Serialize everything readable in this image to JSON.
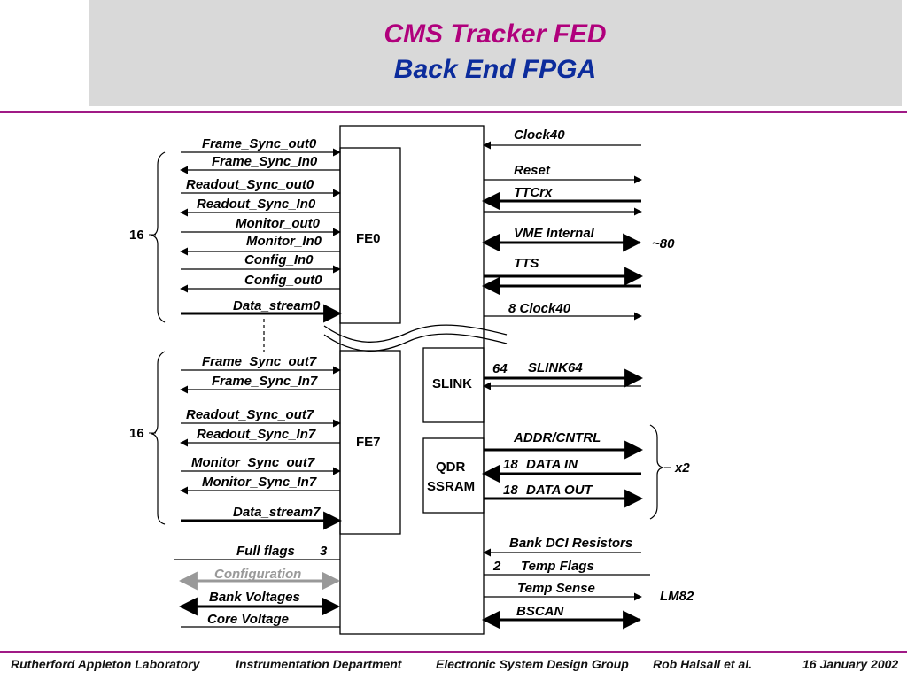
{
  "title": {
    "line1": "CMS Tracker FED",
    "line2": "Back End FPGA"
  },
  "diagram": {
    "blocks": {
      "fe0": "FE0",
      "fe7": "FE7",
      "slink": "SLINK",
      "qdr_line1": "QDR",
      "qdr_line2": "SSRAM"
    },
    "fe0_signals": [
      "Frame_Sync_out0",
      "Frame_Sync_In0",
      "Readout_Sync_out0",
      "Readout_Sync_In0",
      "Monitor_out0",
      "Monitor_In0",
      "Config_In0",
      "Config_out0",
      "Data_stream0"
    ],
    "fe7_signals": [
      "Frame_Sync_out7",
      "Frame_Sync_In7",
      "Readout_Sync_out7",
      "Readout_Sync_In7",
      "Monitor_Sync_out7",
      "Monitor_Sync_In7",
      "Data_stream7"
    ],
    "group_count_top": "16",
    "group_count_bottom": "16",
    "left_bottom": {
      "full_flags": "Full flags",
      "full_flags_width": "3",
      "configuration": "Configuration",
      "bank_voltages": "Bank Voltages",
      "core_voltage": "Core Voltage"
    },
    "right": {
      "clock40": "Clock40",
      "reset": "Reset",
      "ttcrx": "TTCrx",
      "vme_internal": "VME Internal",
      "approx80": "~80",
      "tts": "TTS",
      "clock40_8": "8 Clock40",
      "slink_width": "64",
      "slink64": "SLINK64",
      "addr_cntrl": "ADDR/CNTRL",
      "data_in_width": "18",
      "data_in": "DATA IN",
      "data_out_width": "18",
      "data_out": "DATA OUT",
      "x2": "x2",
      "bank_dci": "Bank DCI Resistors",
      "temp_flags_width": "2",
      "temp_flags": "Temp Flags",
      "temp_sense": "Temp Sense",
      "lm82": "LM82",
      "bscan": "BSCAN"
    },
    "colors": {
      "configuration": "#999999"
    }
  },
  "footer": {
    "lab": "Rutherford Appleton Laboratory",
    "dept": "Instrumentation Department",
    "group": "Electronic System Design Group",
    "author": "Rob Halsall et al.",
    "date": "16 January 2002"
  }
}
